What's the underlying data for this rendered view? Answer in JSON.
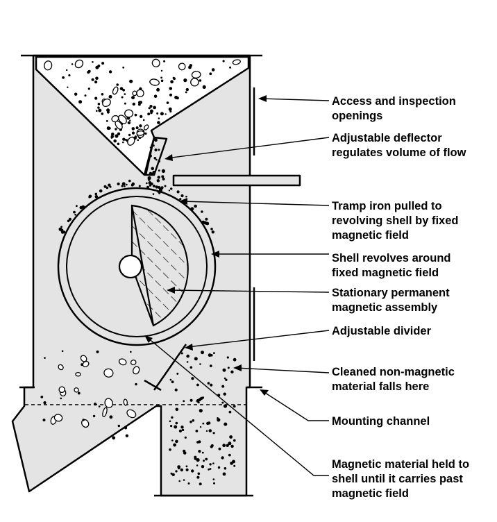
{
  "colors": {
    "housing_fill": "#e4e4e4",
    "line": "#000000",
    "background": "#ffffff"
  },
  "labels": {
    "access": [
      "Access and inspection",
      "openings"
    ],
    "deflector": [
      "Adjustable deflector",
      "regulates volume of flow"
    ],
    "tramp": [
      "Tramp iron pulled to",
      "revolving shell by fixed",
      "magnetic field"
    ],
    "shell": [
      "Shell revolves around",
      "fixed magnetic field"
    ],
    "stationary": [
      "Stationary permanent",
      "magnetic assembly"
    ],
    "divider": [
      "Adjustable divider"
    ],
    "cleaned": [
      "Cleaned non-magnetic",
      "material falls here"
    ],
    "mounting": [
      "Mounting channel"
    ],
    "magnetic": [
      "Magnetic material held to",
      "shell until it carries past",
      "magnetic field"
    ]
  }
}
